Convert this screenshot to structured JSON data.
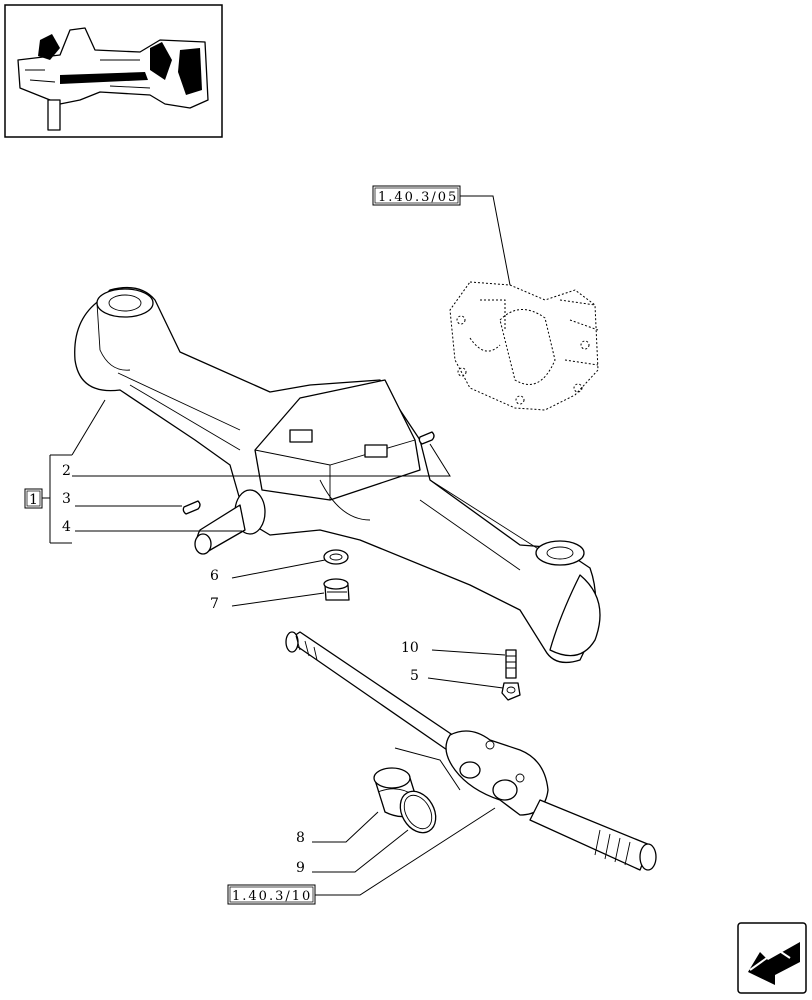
{
  "callouts": {
    "c1": "1",
    "c2": "2",
    "c3": "3",
    "c4": "4",
    "c5": "5",
    "c6": "6",
    "c7": "7",
    "c8": "8",
    "c9": "9",
    "c10": "10"
  },
  "references": {
    "top_ref": "1.40.3/05",
    "bottom_ref": "1.40.3/10"
  },
  "icons": {
    "thumbnail": "axle-overview-thumbnail",
    "nav": "next-page-arrow-icon"
  }
}
